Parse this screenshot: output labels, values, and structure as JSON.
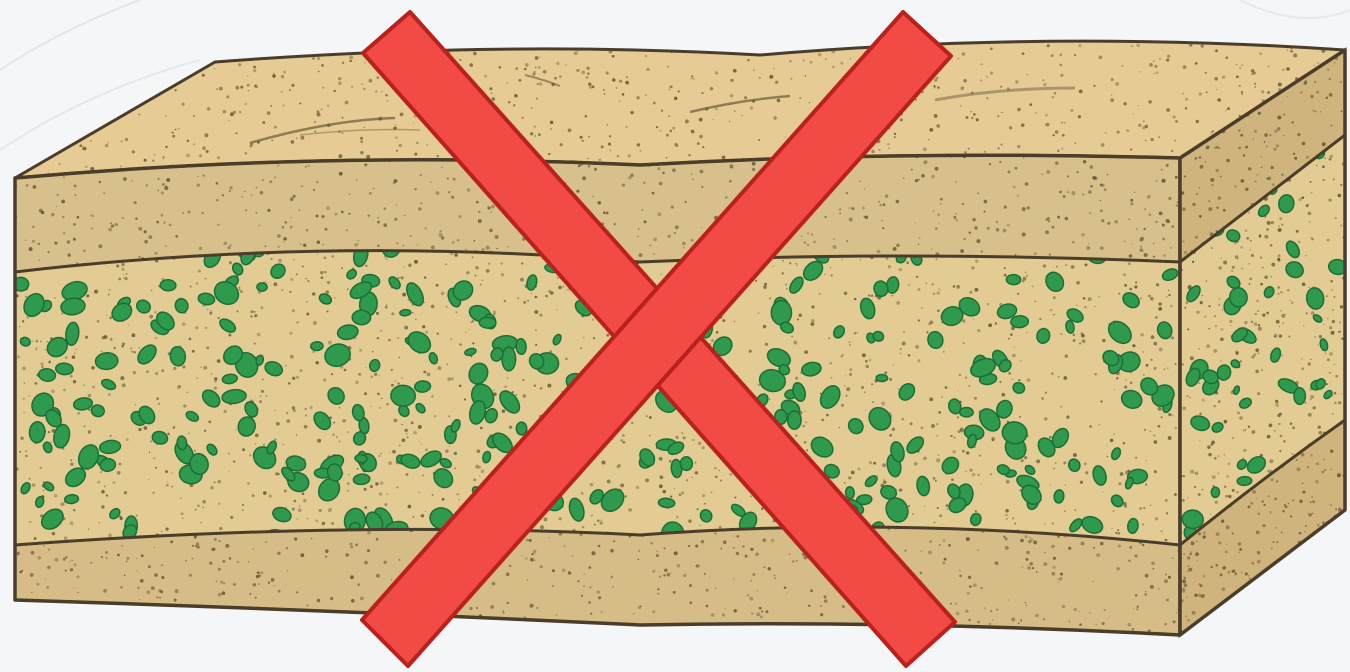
{
  "figure": {
    "subject": "sandstone-block-cross-section",
    "layers": [
      {
        "name": "top-sand-layer",
        "color": "#dfc58e",
        "speck_color": "#5e5030"
      },
      {
        "name": "upper-sand-layer",
        "color": "#d8c08c",
        "speck_color": "#5e5030"
      },
      {
        "name": "glauconite-layer",
        "color": "#e3cc93",
        "speck_color": "#7a6535",
        "grain_color": "#2f9a4e",
        "grain_stroke": "#1d6e35"
      },
      {
        "name": "lower-sand-layer",
        "color": "#d6bd88",
        "speck_color": "#5e5030"
      }
    ],
    "top_surface_color": "#e6cc94",
    "side_face_color": "#cfb47e",
    "outline_color": "#4a3e2a",
    "background_color": "#f4f6f7"
  },
  "overlay": {
    "symbol": "x-mark-icon",
    "fill_color": "#f24a44",
    "stroke_color": "#b8211d"
  }
}
